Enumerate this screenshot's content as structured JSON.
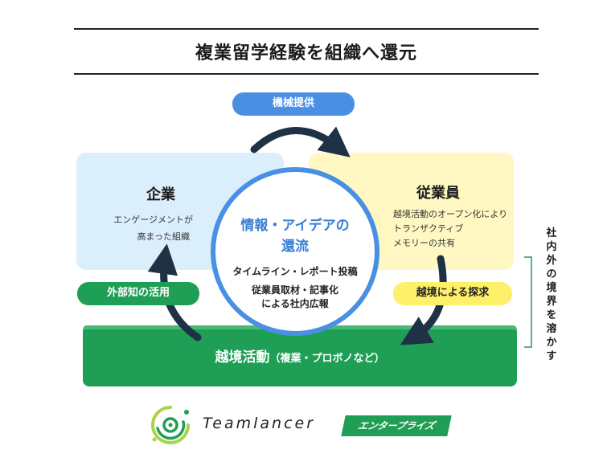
{
  "title": "複業留学経験を組織へ還元",
  "center": {
    "title_line1": "情報・アイデアの",
    "title_line2": "還流",
    "item1": "タイムライン・レポート投稿",
    "item2_line1": "従業員取材・記事化",
    "item2_line2": "による社内広報"
  },
  "company": {
    "title": "企業",
    "desc_line1": "エンゲージメントが",
    "desc_line2": "高まった組織"
  },
  "employee": {
    "title": "従業員",
    "desc_line1": "越境活動のオープン化により",
    "desc_line2": "トランザクティブ",
    "desc_line3": "メモリーの共有"
  },
  "activity": {
    "main": "越境活動",
    "sub": "（複業・プロボノなど）"
  },
  "arrows": {
    "top": "機械提供",
    "left": "外部知の活用",
    "right": "越境による探求"
  },
  "side_label": "社内外の境界を溶かす",
  "brand": {
    "name": "Teamlancer",
    "badge": "エンタープライズ"
  },
  "colors": {
    "blue": "#4a90e2",
    "green": "#1f9e56",
    "yellow": "#fff06a",
    "dark_arrow": "#1f3145"
  }
}
